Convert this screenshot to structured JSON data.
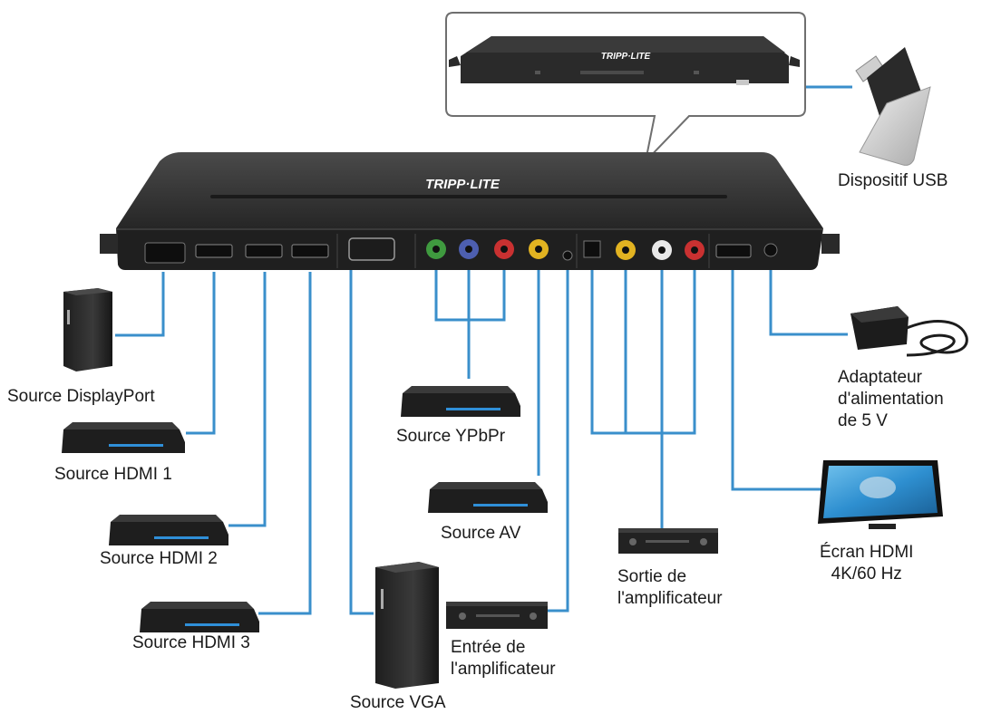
{
  "brand": {
    "logo_text": "TRIPP·LITE",
    "colors": {
      "cable": "#3a8fcb",
      "device_body": "#2b2b2b",
      "device_top": "#3c3c3c",
      "label_text": "#1a1a1a",
      "rca_green": "#3f9a3f",
      "rca_blue": "#4d5fb0",
      "rca_red": "#c93131",
      "rca_yellow": "#e2b321",
      "rca_white": "#e8e8e8",
      "led_blue": "#2f8fd8",
      "tv_screen": "#2e8fd0"
    }
  },
  "labels": {
    "usb": "Dispositif USB",
    "displayport": "Source DisplayPort",
    "hdmi1": "Source HDMI 1",
    "hdmi2": "Source HDMI 2",
    "hdmi3": "Source HDMI 3",
    "vga": "Source VGA",
    "ypbpr": "Source YPbPr",
    "av": "Source AV",
    "amp_in_line1": "Entrée de",
    "amp_in_line2": "l'amplificateur",
    "amp_out_line1": "Sortie de",
    "amp_out_line2": "l'amplificateur",
    "adapter_line1": "Adaptateur",
    "adapter_line2": "d'alimentation",
    "adapter_line3": "de 5 V",
    "tv_line1": "Écran HDMI",
    "tv_line2": "4K/60 Hz"
  },
  "icons": [
    "usb-flash-drive-icon",
    "desktop-tower-icon",
    "media-player-icon",
    "amplifier-icon",
    "power-adapter-icon",
    "hdmi-tv-icon",
    "video-switcher-icon"
  ]
}
